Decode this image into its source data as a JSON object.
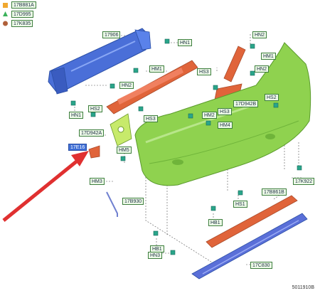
{
  "legend": [
    {
      "symbol": "square",
      "color": "#f0a830",
      "code": "17B881A"
    },
    {
      "symbol": "triangle",
      "color": "#3bb25a",
      "code": "17D995"
    },
    {
      "symbol": "circle",
      "color": "#b0603a",
      "code": "17K835"
    }
  ],
  "labels": {
    "l_17906": "17906",
    "l_hn1_top": "HN1",
    "l_hn2_top": "HN2",
    "l_hm1_right": "HM1",
    "l_hm1_mid": "HM1",
    "l_hn2_left": "HN2",
    "l_hn1_left": "HN1",
    "l_hs2_left": "HS2",
    "l_17d942a": "17D942A",
    "l_hs3_top": "HS3",
    "l_hs3_mid": "HS3",
    "l_hn2_right": "HN2",
    "l_hs2_right": "HS2",
    "l_17d942b": "17D942B",
    "l_hm2": "HM2",
    "l_hm4": "HM4",
    "l_hs3_low": "HS3",
    "l_hm5": "HM5",
    "l_selected": "17E16",
    "l_hm3": "HM3",
    "l_17b930": "17B930",
    "l_17k922": "17K922",
    "l_17b861b": "17B861B",
    "l_hs1": "HS1",
    "l_hb1_mid": "HB1",
    "l_hb1_low": "HB1",
    "l_hn3": "HN3",
    "l_17c830": "17C830"
  },
  "doc_id": "5011910B",
  "colors": {
    "bumper": "#8fd24f",
    "beam": "#4a6fd8",
    "orange": "#e0643a",
    "arrow": "#e03030",
    "label_bg": "#eefbe9",
    "selected": "#3f6fd6"
  }
}
